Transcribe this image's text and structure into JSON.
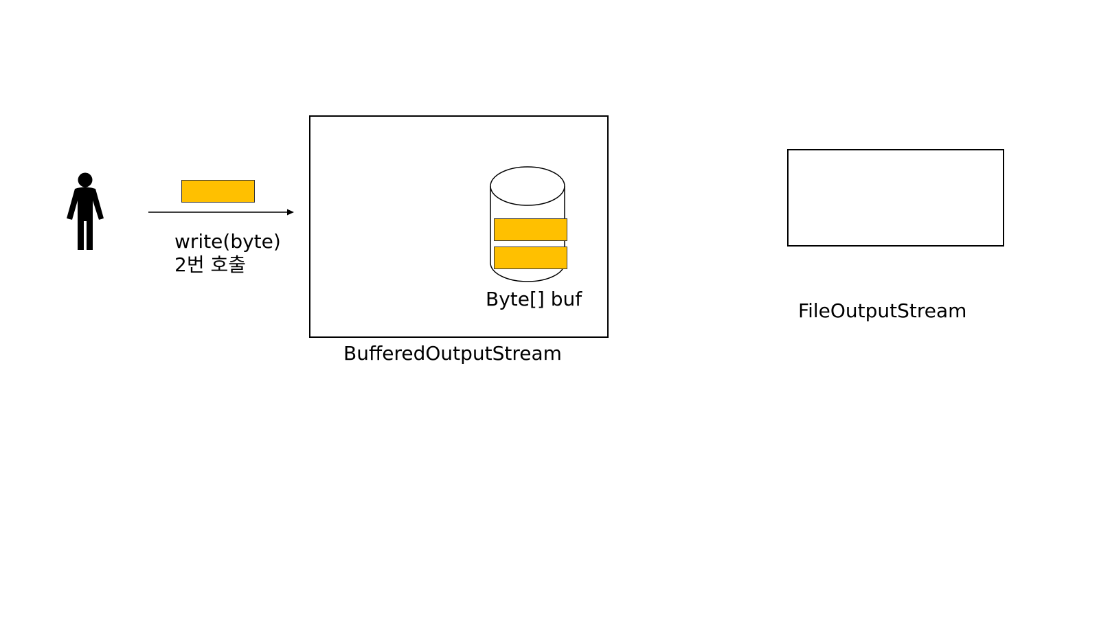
{
  "colors": {
    "byte_fill": "#FFC000",
    "stroke": "#000000"
  },
  "caller": {
    "icon": "person-icon",
    "call_label_line1": "write(byte)",
    "call_label_line2": "2번 호출",
    "arrow_icon": "arrow-right-icon"
  },
  "buffered_stream": {
    "label": "BufferedOutputStream",
    "buffer_label": "Byte[] buf",
    "buffer_icon": "cylinder-icon",
    "buffered_bytes": 2
  },
  "file_stream": {
    "label": "FileOutputStream"
  }
}
